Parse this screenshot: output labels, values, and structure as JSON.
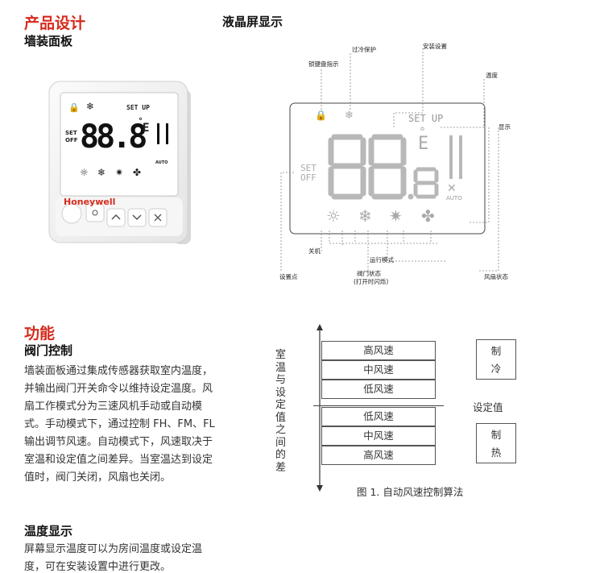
{
  "header": {
    "product_design": "产品设计",
    "wall_panel": "墙装面板",
    "lcd_display": "液晶屏显示"
  },
  "device": {
    "brand": "Honeywell",
    "setup_text": "SET UP",
    "digits": "88.8",
    "set": "SET",
    "off": "OFF",
    "auto": "AUTO",
    "e_char": "E",
    "degree": "°"
  },
  "lcd": {
    "setup_text": "SET UP",
    "set": "SET",
    "off": "OFF",
    "auto": "AUTO",
    "e_char": "E",
    "degree": "°",
    "labels": {
      "lock": "锁键盘指示",
      "frost": "过冷保护",
      "setup": "安装设置",
      "temperature": "温度",
      "display": "显示",
      "poweroff": "关机",
      "run_mode": "运行模式",
      "valve_state": "阀门状态",
      "valve_state_note": "(打开时闪烁)",
      "setpoint": "设置点",
      "fan_state": "风扇状态"
    }
  },
  "functions": {
    "title": "功能",
    "valve_control_title": "阀门控制",
    "valve_control_text": "墙装面板通过集成传感器获取室内温度，并输出阀门开关命令以维持设定温度。风扇工作模式分为三速风机手动或自动模式。手动模式下，通过控制 FH、FM、FL 输出调节风速。自动模式下，风速取决于室温和设定值之间差异。当室温达到设定值时，阀门关闭，风扇也关闭。",
    "temp_display_title": "温度显示",
    "temp_display_text": "屏幕显示温度可以为房间温度或设定温度，可在安装设置中进行更改。"
  },
  "diagram": {
    "axis_label": "室温与设定值之间的差",
    "upper_cells": [
      "高风速",
      "中风速",
      "低风速"
    ],
    "lower_cells": [
      "低风速",
      "中风速",
      "高风速"
    ],
    "cooling": "制冷",
    "heating": "制热",
    "setpoint": "设定值",
    "caption": "图 1. 自动风速控制算法"
  },
  "colors": {
    "accent": "#d52b1e",
    "lcd_segment": "#b8b8b8",
    "device_body": "#f2f2f2"
  }
}
